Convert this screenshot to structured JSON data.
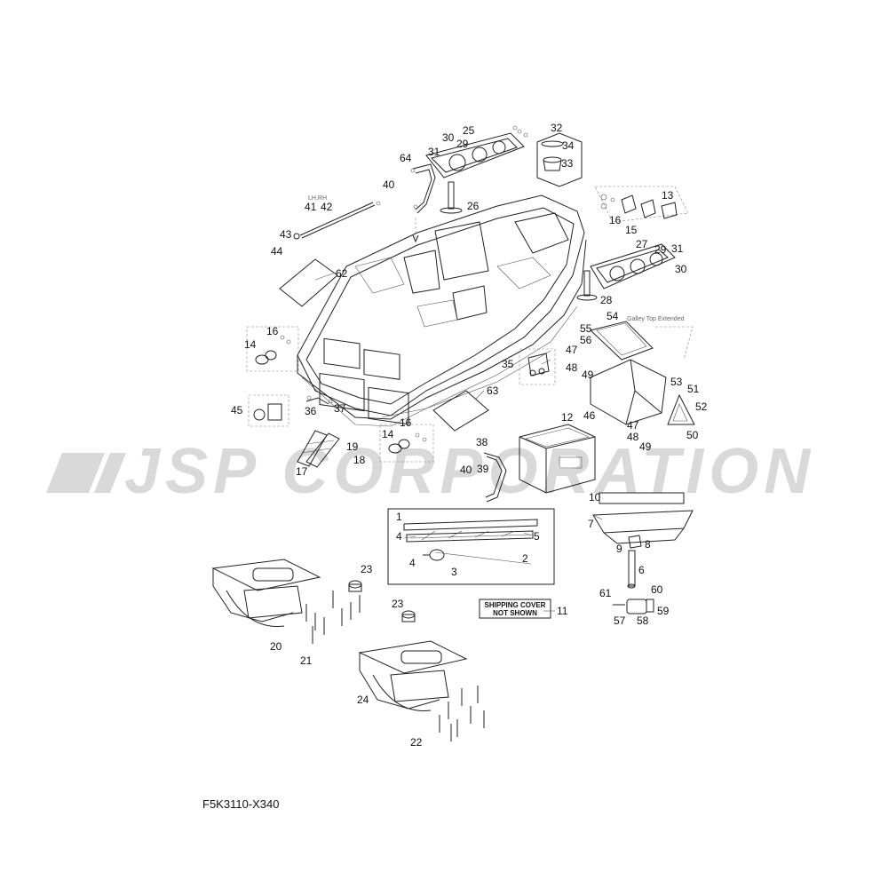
{
  "watermark": {
    "text": "JSP CORPORATION",
    "color": "#d9d9d9"
  },
  "diagram_code": "F5K3110-X340",
  "notes": {
    "lh_rh": "LH,RH",
    "galley_top": "Galley Top Extended",
    "shipping_cover_line1": "SHIPPING COVER",
    "shipping_cover_line2": "NOT SHOWN"
  },
  "callouts": {
    "c1": "1",
    "c2": "2",
    "c3": "3",
    "c4a": "4",
    "c4b": "4",
    "c5": "5",
    "c6": "6",
    "c7": "7",
    "c8": "8",
    "c9": "9",
    "c10": "10",
    "c11": "11",
    "c12": "12",
    "c13": "13",
    "c14a": "14",
    "c14b": "14",
    "c15": "15",
    "c16a": "16",
    "c16b": "16",
    "c16c": "16",
    "c17": "17",
    "c18": "18",
    "c19": "19",
    "c20": "20",
    "c21": "21",
    "c22": "22",
    "c23a": "23",
    "c23b": "23",
    "c24": "24",
    "c25": "25",
    "c26": "26",
    "c27": "27",
    "c28": "28",
    "c29a": "29",
    "c29b": "29",
    "c30a": "30",
    "c30b": "30",
    "c31a": "31",
    "c31b": "31",
    "c32": "32",
    "c33": "33",
    "c34": "34",
    "c35": "35",
    "c36": "36",
    "c37": "37",
    "c38": "38",
    "c39": "39",
    "c40a": "40",
    "c40b": "40",
    "c41": "41",
    "c42": "42",
    "c43": "43",
    "c44": "44",
    "c45": "45",
    "c46": "46",
    "c47a": "47",
    "c47b": "47",
    "c48a": "48",
    "c48b": "48",
    "c49a": "49",
    "c49b": "49",
    "c50": "50",
    "c51": "51",
    "c52": "52",
    "c53": "53",
    "c54": "54",
    "c55": "55",
    "c56": "56",
    "c57": "57",
    "c58": "58",
    "c59": "59",
    "c60": "60",
    "c61": "61",
    "c62": "62",
    "c63": "63",
    "c64": "64"
  }
}
